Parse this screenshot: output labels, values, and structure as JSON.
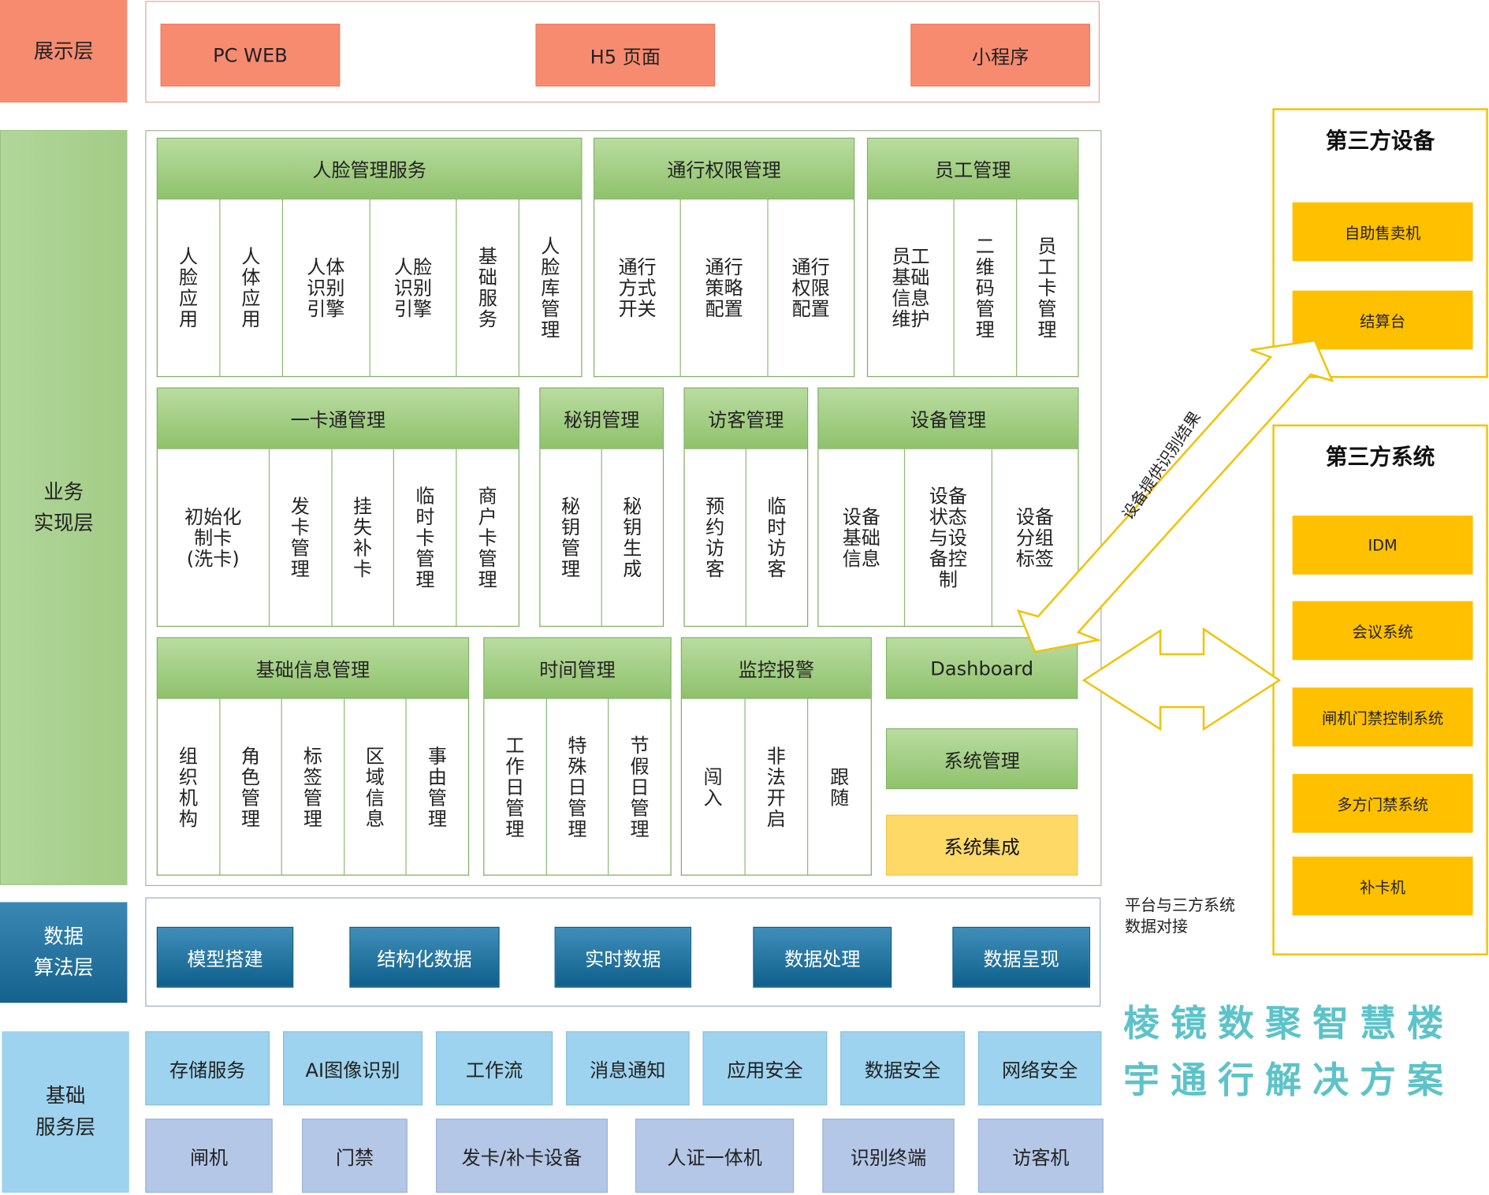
{
  "layers": {
    "presentation": "展示层",
    "business": [
      "业务",
      "实现层"
    ],
    "data_algo": [
      "数据",
      "算法层"
    ],
    "base_service": [
      "基础",
      "服务层"
    ]
  },
  "presentation_items": [
    "PC WEB",
    "H5 页面",
    "小程序"
  ],
  "modules": [
    {
      "title": "人脸管理服务",
      "items": [
        [
          "人",
          "脸",
          "应",
          "用"
        ],
        [
          "人",
          "体",
          "应",
          "用"
        ],
        [
          "人体",
          "识别",
          "引擎"
        ],
        [
          "人脸",
          "识别",
          "引擎"
        ],
        [
          "基",
          "础",
          "服",
          "务"
        ],
        [
          "人",
          "脸",
          "库",
          "管",
          "理"
        ]
      ]
    },
    {
      "title": "通行权限管理",
      "items": [
        [
          "通行",
          "方式",
          "开关"
        ],
        [
          "通行",
          "策略",
          "配置"
        ],
        [
          "通行",
          "权限",
          "配置"
        ]
      ]
    },
    {
      "title": "员工管理",
      "items": [
        [
          "员工",
          "基础",
          "信息",
          "维护"
        ],
        [
          "二",
          "维",
          "码",
          "管",
          "理"
        ],
        [
          "员",
          "工",
          "卡",
          "管",
          "理"
        ]
      ]
    },
    {
      "title": "一卡通管理",
      "items": [
        [
          "初始化",
          "制卡",
          "(洗卡)"
        ],
        [
          "发",
          "卡",
          "管",
          "理"
        ],
        [
          "挂",
          "失",
          "补",
          "卡"
        ],
        [
          "临",
          "时",
          "卡",
          "管",
          "理"
        ],
        [
          "商",
          "户",
          "卡",
          "管",
          "理"
        ]
      ]
    },
    {
      "title": "秘钥管理",
      "items": [
        [
          "秘",
          "钥",
          "管",
          "理"
        ],
        [
          "秘",
          "钥",
          "生",
          "成"
        ]
      ]
    },
    {
      "title": "访客管理",
      "items": [
        [
          "预",
          "约",
          "访",
          "客"
        ],
        [
          "临",
          "时",
          "访",
          "客"
        ]
      ]
    },
    {
      "title": "设备管理",
      "items": [
        [
          "设备",
          "基础",
          "信息"
        ],
        [
          "设备",
          "状态",
          "与设",
          "备控",
          "制"
        ],
        [
          "设备",
          "分组",
          "标签"
        ]
      ]
    },
    {
      "title": "基础信息管理",
      "items": [
        [
          "组",
          "织",
          "机",
          "构"
        ],
        [
          "角",
          "色",
          "管",
          "理"
        ],
        [
          "标",
          "签",
          "管",
          "理"
        ],
        [
          "区",
          "域",
          "信",
          "息"
        ],
        [
          "事",
          "由",
          "管",
          "理"
        ]
      ]
    },
    {
      "title": "时间管理",
      "items": [
        [
          "工",
          "作",
          "日",
          "管",
          "理"
        ],
        [
          "特",
          "殊",
          "日",
          "管",
          "理"
        ],
        [
          "节",
          "假",
          "日",
          "管",
          "理"
        ]
      ]
    },
    {
      "title": "监控报警",
      "items": [
        [
          "闯",
          "入"
        ],
        [
          "非",
          "法",
          "开",
          "启"
        ],
        [
          "跟",
          "随"
        ]
      ]
    }
  ],
  "standalone": {
    "dashboard": "Dashboard",
    "system_mgmt": "系统管理",
    "system_integration": "系统集成"
  },
  "data_items": [
    "模型搭建",
    "结构化数据",
    "实时数据",
    "数据处理",
    "数据呈现"
  ],
  "base_row1": [
    "存储服务",
    "AI图像识别",
    "工作流",
    "消息通知",
    "应用安全",
    "数据安全",
    "网络安全"
  ],
  "base_row2": [
    "闸机",
    "门禁",
    "发卡/补卡设备",
    "人证一体机",
    "识别终端",
    "访客机"
  ],
  "third_party_devices": {
    "title": "第三方设备",
    "items": [
      "自助售卖机",
      "结算台"
    ]
  },
  "third_party_systems": {
    "title": "第三方系统",
    "items": [
      "IDM",
      "会议系统",
      "闸机门禁控制系统",
      "多方门禁系统",
      "补卡机"
    ]
  },
  "arrows": {
    "device_result": "设备提供识别结果",
    "platform_sync": [
      "平台与三方系统",
      "数据对接"
    ]
  },
  "watermark": "棱镜数聚智慧楼宇通行解决方案",
  "colors": {
    "presentation": "#f78b70",
    "business": "#a9d18e",
    "data": "#1f6f9a",
    "base1": "#9dd3ee",
    "base2": "#b4c7e7",
    "third_party": "#ffc000",
    "integration": "#ffd966",
    "arrow": "#f2c200",
    "watermark": "#5cc3c9"
  }
}
